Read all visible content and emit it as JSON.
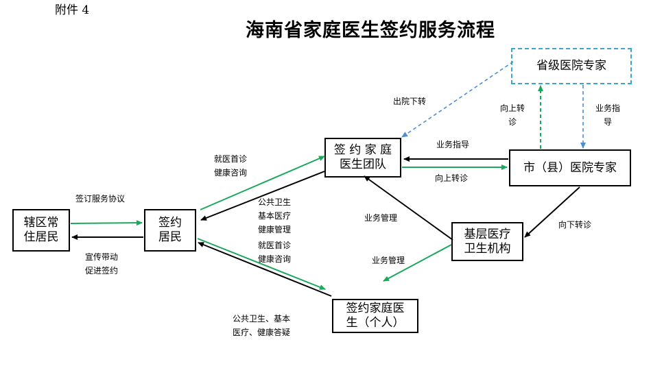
{
  "header": {
    "attachment": "附件 4",
    "title": "海南省家庭医生签约服务流程"
  },
  "nodes": {
    "residents": "辖区常\n住居民",
    "signed_residents": "签约\n居民",
    "team": "签 约 家 庭\n医生团队",
    "individual": "签约家庭医\n生（个人）",
    "grassroots": "基层医疗\n卫生机构",
    "city_expert": "市（县）医院专家",
    "province_expert": "省级医院专家"
  },
  "labels": {
    "sign_agreement": "签订服务协议",
    "promote": "宣传带动\n促进签约",
    "visit_consult_team": "就医首诊\n健康咨询",
    "public_health_team": "公共卫生\n基本医疗\n健康管理",
    "visit_consult_indiv": "就医首诊\n健康咨询",
    "public_health_indiv": "公共卫生、基本\n医疗、健康答疑",
    "discharge": "出院下转",
    "guidance_city_to_team": "业务指导",
    "upward_team_to_city": "向上转诊",
    "upward_city_to_province": "向上转\n诊",
    "guidance_province_to_city": "业务指\n导",
    "management_grass_to_team": "业务管理",
    "management_grass_to_indiv": "业务管理",
    "downward_city_to_grass": "向下转诊"
  },
  "colors": {
    "green": "#1aa85a",
    "black": "#000000",
    "dashed_blue": "#4a8fd0"
  }
}
